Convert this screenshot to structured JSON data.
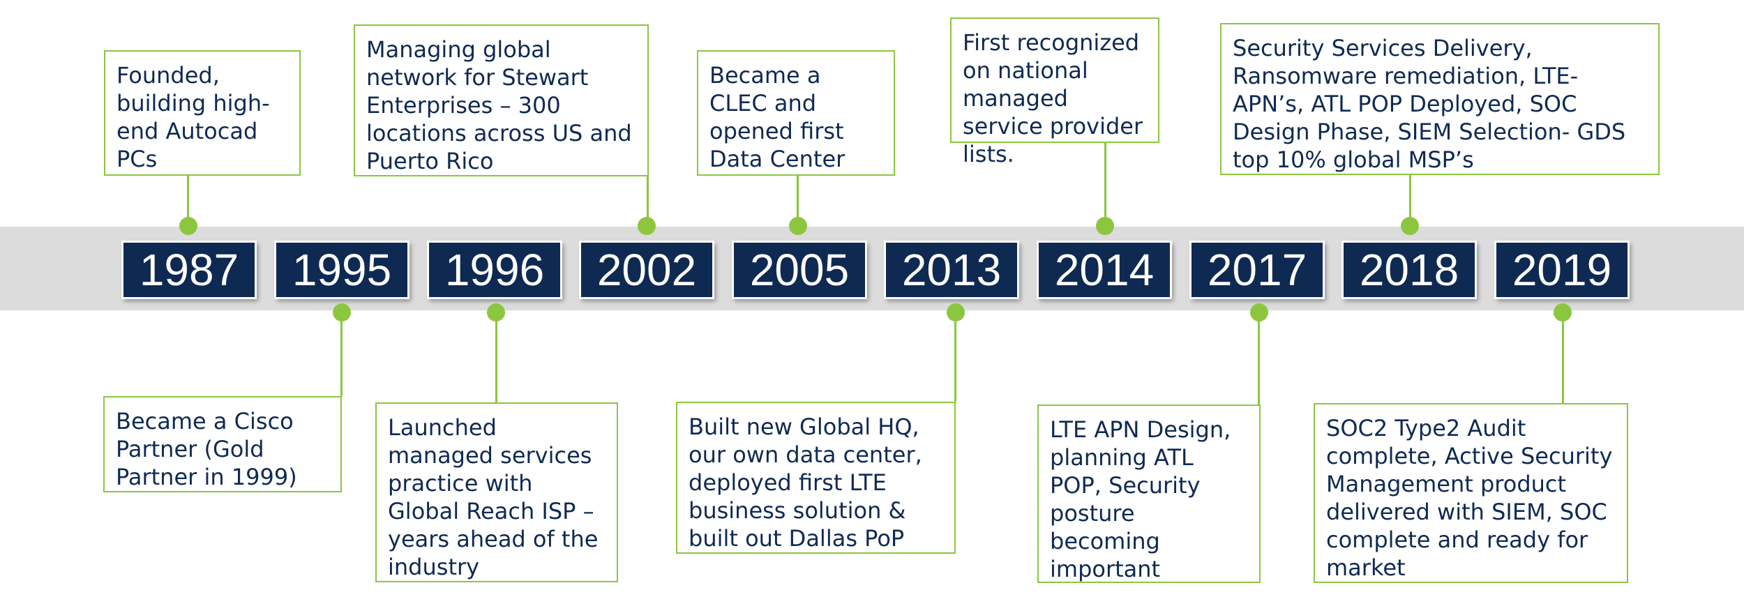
{
  "timeline": {
    "years": [
      "1987",
      "1995",
      "1996",
      "2002",
      "2005",
      "2013",
      "2014",
      "2017",
      "2018",
      "2019"
    ],
    "events": [
      {
        "year": "1987",
        "text": "Founded, building high-end Autocad PCs"
      },
      {
        "year": "1995",
        "text": "Became a Cisco Partner (Gold Partner in 1999)"
      },
      {
        "year": "1996",
        "text": "Launched managed services practice with Global Reach ISP – years ahead of the industry"
      },
      {
        "year": "2002",
        "text": "Managing global network for Stewart Enterprises – 300 locations across US and Puerto Rico"
      },
      {
        "year": "2005",
        "text": "Became a CLEC and opened first Data Center"
      },
      {
        "year": "2013",
        "text": "Built new Global HQ, our own data center, deployed first LTE business solution & built out Dallas PoP"
      },
      {
        "year": "2014",
        "text": "First recognized on national managed service provider lists."
      },
      {
        "year": "2017",
        "text": "LTE APN Design, planning ATL POP, Security posture becoming important"
      },
      {
        "year": "2018",
        "text": "Security Services Delivery, Ransomware remediation, LTE-APN’s, ATL POP Deployed, SOC Design Phase, SIEM Selection- GDS top 10% global MSP’s"
      },
      {
        "year": "2019",
        "text": "SOC2 Type2 Audit complete, Active Security Management product delivered with SIEM, SOC complete and ready for market"
      }
    ]
  },
  "colors": {
    "year_box": "#0f2a52",
    "accent_green": "#8cc63f",
    "band": "#dcdcdc",
    "text": "#0f2a52"
  }
}
